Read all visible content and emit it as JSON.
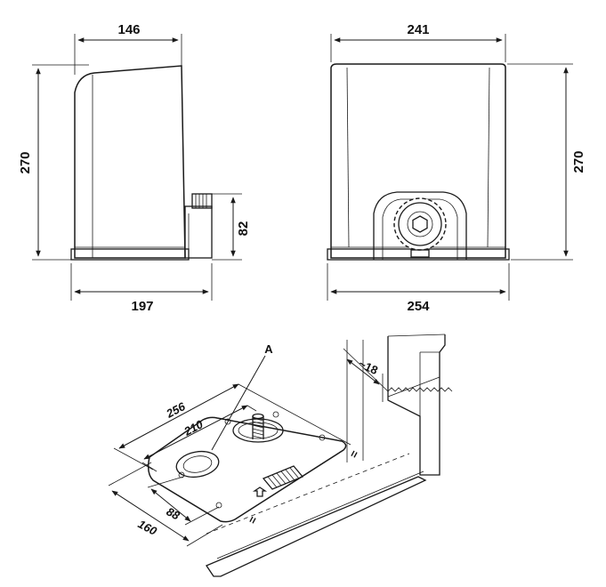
{
  "side_view": {
    "top_width": "146",
    "height": "270",
    "socket_height": "82",
    "base_width": "197"
  },
  "front_view": {
    "top_width": "241",
    "height": "270",
    "base_width": "254"
  },
  "plate_view": {
    "callout": "A",
    "length_outer": "256",
    "length_inner": "210",
    "width_inner": "88",
    "width_outer": "160",
    "rack_offset": "~18",
    "parallel_mark_1": "=",
    "parallel_mark_2": "="
  },
  "colors": {
    "ink": "#1a1a1a",
    "background": "#ffffff"
  }
}
